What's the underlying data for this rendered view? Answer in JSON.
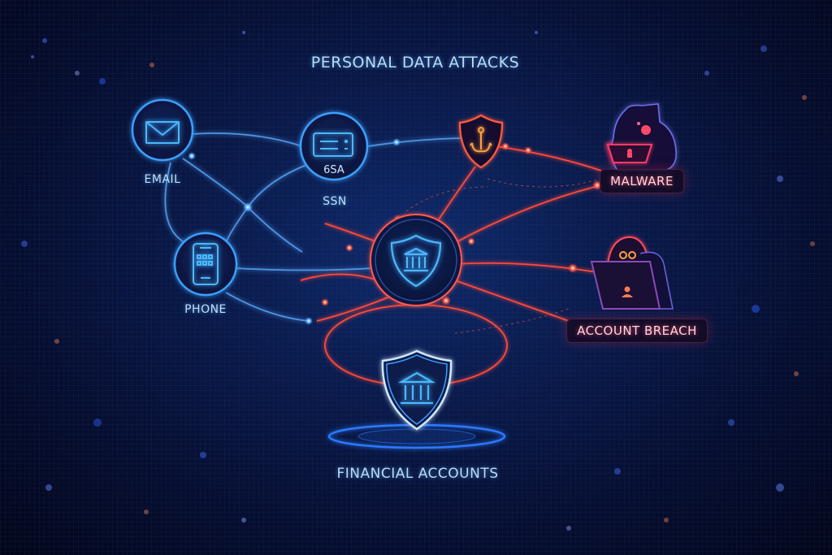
{
  "title": "PERSONAL DATA ATTACKS",
  "data_sources": [
    {
      "id": "email",
      "label": "EMAIL",
      "icon": "envelope-icon"
    },
    {
      "id": "ssn",
      "label": "SSN",
      "icon": "id-card-icon",
      "inner_text": "6SA"
    },
    {
      "id": "phone",
      "label": "PHONE",
      "icon": "smartphone-icon"
    }
  ],
  "hub": {
    "icon": "shield-bank-icon"
  },
  "threats": [
    {
      "id": "phishing",
      "icon": "shield-hook-icon"
    },
    {
      "id": "malware",
      "label": "MALWARE",
      "icon": "hacker-laptop-icon"
    },
    {
      "id": "account_breach",
      "label": "ACCOUNT BREACH",
      "icon": "hooded-hacker-laptop-icon"
    }
  ],
  "target": {
    "label": "FINANCIAL ACCOUNTS",
    "icon": "shield-bank-icon"
  },
  "colors": {
    "background": "#060d2e",
    "safe_line": "#4aa8ff",
    "threat_line": "#ff4a3a",
    "label_text": "#bfe0f4",
    "threat_text": "#ffd6dc"
  }
}
